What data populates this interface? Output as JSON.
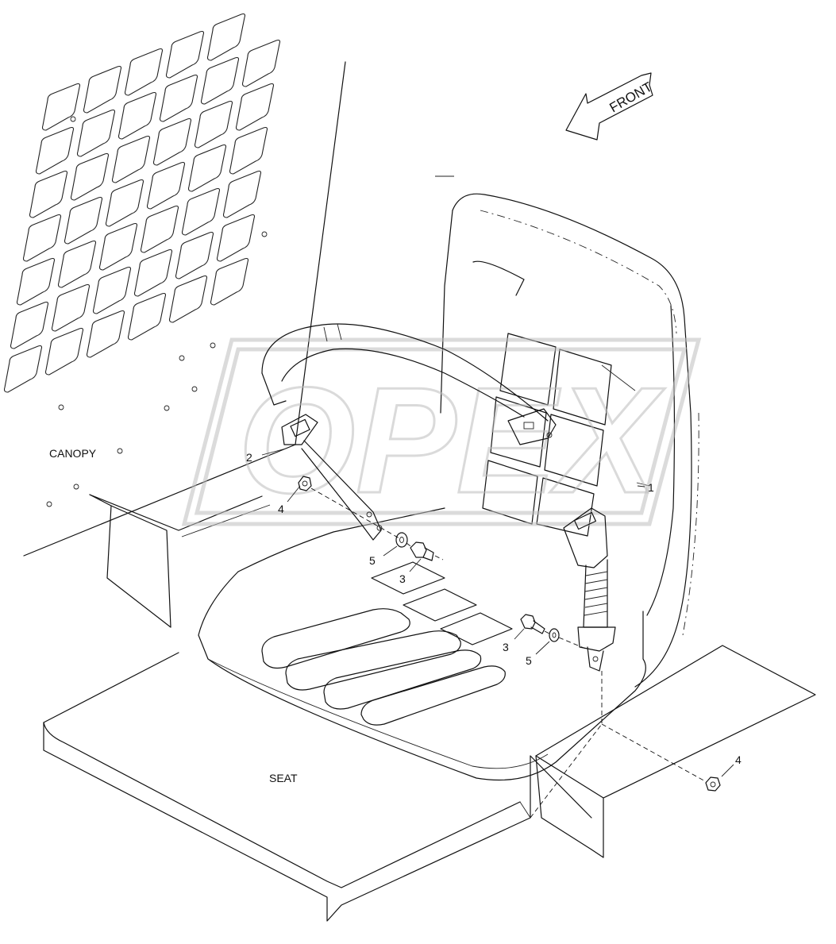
{
  "labels": {
    "canopy": "CANOPY",
    "seat": "SEAT",
    "front": "FRONT"
  },
  "callouts": {
    "c1": "1",
    "c2": "2",
    "c3a": "3",
    "c3b": "3",
    "c4a": "4",
    "c4b": "4",
    "c5a": "5",
    "c5b": "5"
  },
  "watermark": "OPEX"
}
